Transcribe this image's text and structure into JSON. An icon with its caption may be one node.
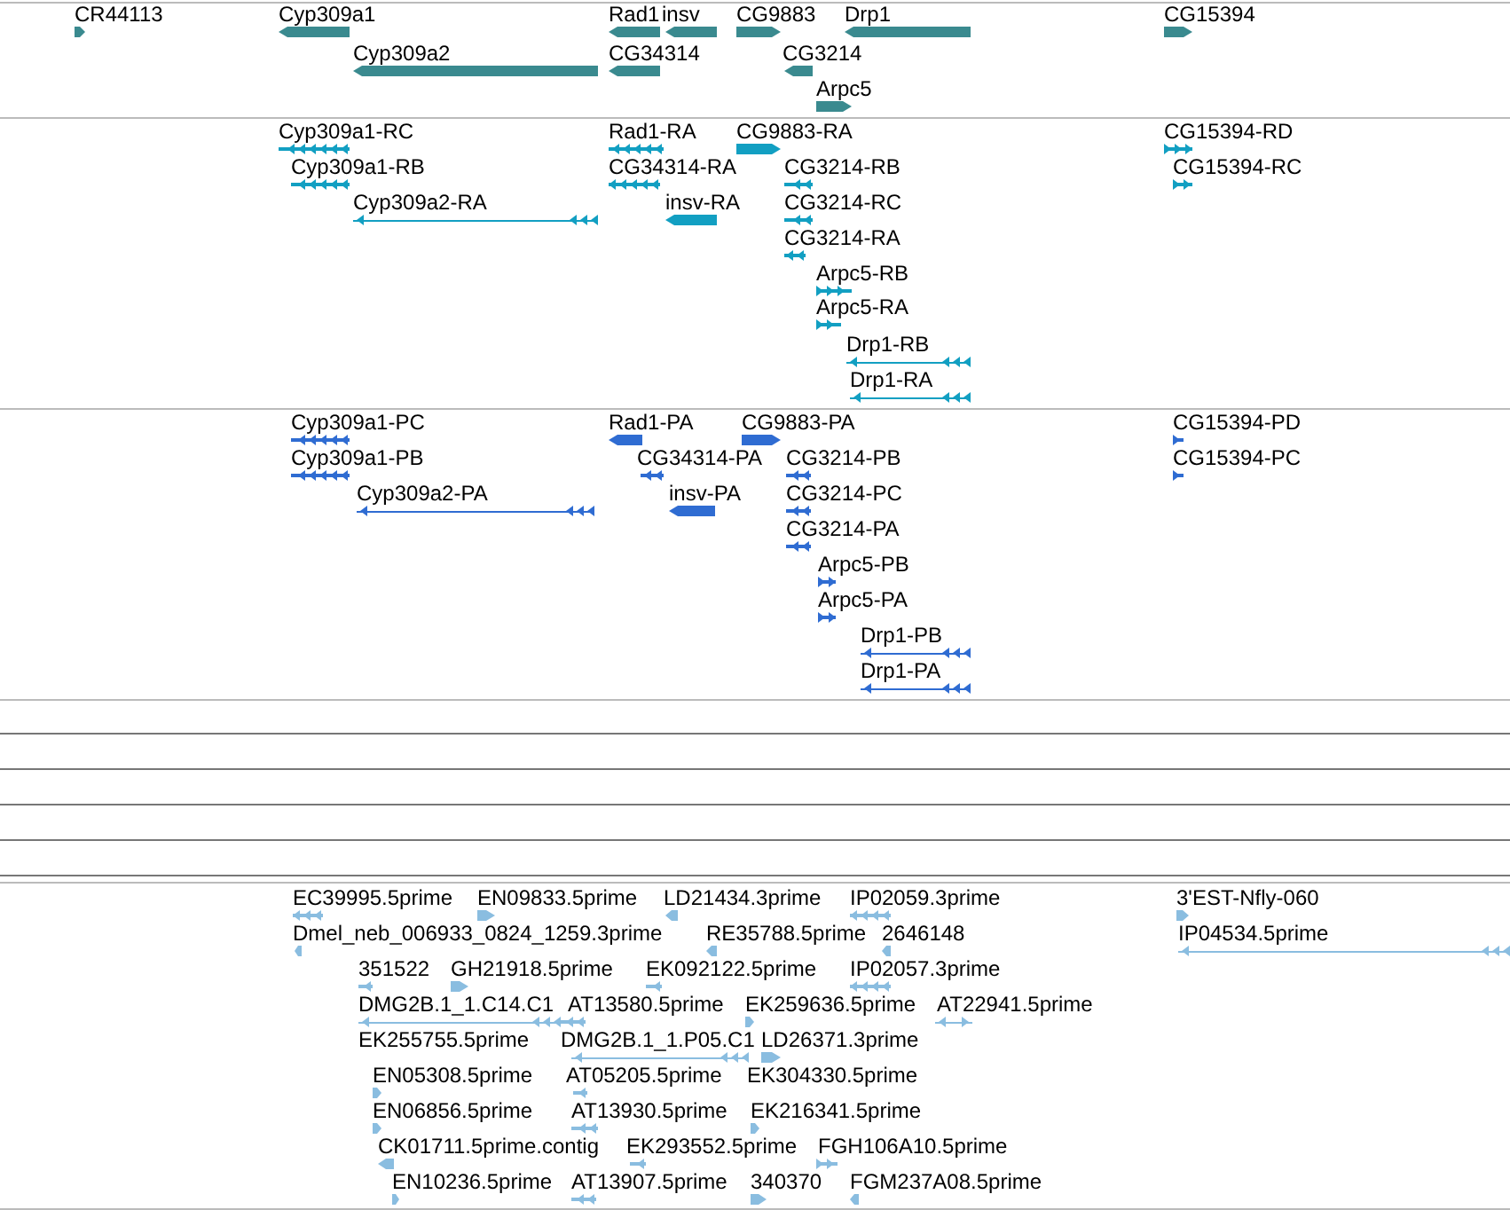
{
  "diagram": {
    "labels": [
      "CR44113",
      "Cyp309a1",
      "Rad1",
      "insv",
      "CG9883",
      "Drp1",
      "CG15394",
      "Cyp309a2",
      "CG34314",
      "CG3214",
      "Arpc5",
      "Cyp309a1-RC",
      "Rad1-RA",
      "CG9883-RA",
      "CG15394-RD",
      "Cyp309a1-RB",
      "CG34314-RA",
      "CG3214-RB",
      "CG15394-RC",
      "Cyp309a2-RA",
      "insv-RA",
      "CG3214-RC",
      "CG3214-RA",
      "Arpc5-RB",
      "Arpc5-RA",
      "Drp1-RB",
      "Drp1-RA",
      "Cyp309a1-PC",
      "Rad1-PA",
      "CG9883-PA",
      "CG15394-PD",
      "Cyp309a1-PB",
      "CG34314-PA",
      "CG3214-PB",
      "CG15394-PC",
      "Cyp309a2-PA",
      "insv-PA",
      "CG3214-PC",
      "CG3214-PA",
      "Arpc5-PB",
      "Arpc5-PA",
      "Drp1-PB",
      "Drp1-PA",
      "EC39995.5prime",
      "EN09833.5prime",
      "LD21434.3prime",
      "IP02059.3prime",
      "3'EST-Nfly-060",
      "Dmel_neb_006933_0824_1259.3prime",
      "RE35788.5prime",
      "2646148",
      "IP04534.5prime",
      "351522",
      "GH21918.5prime",
      "EK092122.5prime",
      "IP02057.3prime",
      "DMG2B.1_1.C14.C1",
      "AT13580.5prime",
      "EK259636.5prime",
      "AT22941.5prime",
      "EK255755.5prime",
      "DMG2B.1_1.P05.C1",
      "LD26371.3prime",
      "EN05308.5prime",
      "AT05205.5prime",
      "EK304330.5prime",
      "EN06856.5prime",
      "AT13930.5prime",
      "EK216341.5prime",
      "CK01711.5prime.contig",
      "EK293552.5prime",
      "FGH106A10.5prime",
      "EN10236.5prime",
      "AT13907.5prime",
      "340370",
      "FGM237A08.5prime"
    ]
  }
}
